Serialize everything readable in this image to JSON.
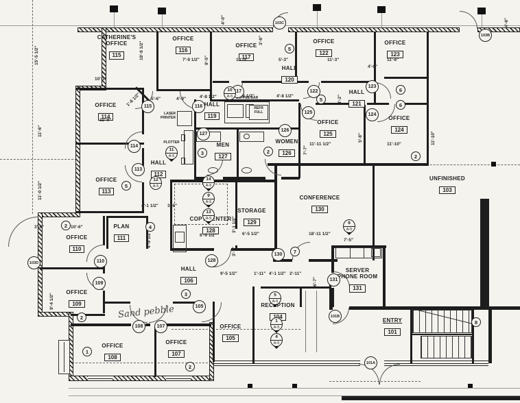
{
  "title": "Office floor plan",
  "colors": {
    "paper": "#f4f3ee",
    "ink": "#1e1e1e",
    "wall": "#1d1d1d"
  },
  "rooms": [
    {
      "name": "CATHERINE'S",
      "name2": "OFFICE",
      "number": "115"
    },
    {
      "name": "OFFICE",
      "number": "116"
    },
    {
      "name": "OFFICE",
      "number": "117"
    },
    {
      "name": "OFFICE",
      "number": "122"
    },
    {
      "name": "HALL",
      "number": "120"
    },
    {
      "name": "OFFICE",
      "number": "123"
    },
    {
      "name": "HALL",
      "number": "121"
    },
    {
      "name": "OFFICE",
      "number": "114"
    },
    {
      "name": "HALL",
      "number": "119"
    },
    {
      "name": "OFFICE",
      "number": "125"
    },
    {
      "name": "OFFICE",
      "number": "124"
    },
    {
      "name": "MEN",
      "number": "127"
    },
    {
      "name": "WOMEN",
      "number": "126"
    },
    {
      "name": "HALL",
      "number": "112"
    },
    {
      "name": "OFFICE",
      "number": "113"
    },
    {
      "name": "COPY CENTER",
      "number": "128"
    },
    {
      "name": "STORAGE",
      "number": "129"
    },
    {
      "name": "CONFERENCE",
      "number": "130"
    },
    {
      "name": "UNFINISHED",
      "number": "103"
    },
    {
      "name": "PLAN",
      "number": "111"
    },
    {
      "name": "OFFICE",
      "number": "110"
    },
    {
      "name": "OFFICE",
      "number": "109"
    },
    {
      "name": "HALL",
      "number": "106"
    },
    {
      "name": "OFFICE",
      "number": "105"
    },
    {
      "name": "RECEPTION",
      "number": "104"
    },
    {
      "name": "SERVER",
      "name2": "PHONE ROOM",
      "number": "131"
    },
    {
      "name": "ENTRY",
      "number": "101"
    },
    {
      "name": "OFFICE",
      "number": "108"
    },
    {
      "name": "OFFICE",
      "number": "107"
    }
  ],
  "equipment": {
    "coffee_bar": "COFFEE BAR",
    "refr_line1": "REFR",
    "refr_line2": "FULL",
    "laser_line1": "LASER",
    "laser_line2": "PRINTER",
    "plotter": "PLOTTER"
  },
  "annotations": {
    "handwritten_note": "Sand pebble"
  },
  "door_tags": [
    "103C",
    "103B",
    "103D",
    "115",
    "116",
    "117",
    "122",
    "123",
    "124",
    "125",
    "126",
    "127",
    "114",
    "113",
    "110",
    "109",
    "105",
    "108",
    "107",
    "128",
    "130",
    "131",
    "101B",
    "101A"
  ],
  "keynotes": [
    "5",
    "5",
    "6",
    "6",
    "2",
    "2",
    "2",
    "1",
    "2",
    "3",
    "3",
    "5",
    "4",
    "7",
    "8",
    "2"
  ],
  "refs": [
    {
      "n": "10",
      "s": "A-5"
    },
    {
      "n": "11",
      "s": "A-5"
    },
    {
      "n": "12",
      "s": "A-5"
    },
    {
      "n": "14",
      "s": "A-5"
    },
    {
      "n": "9",
      "s": "A-5"
    },
    {
      "n": "13",
      "s": "A-5"
    },
    {
      "n": "6",
      "s": "A-5"
    },
    {
      "n": "5",
      "s": "A-5"
    },
    {
      "n": "1",
      "s": "A-5"
    },
    {
      "n": "4",
      "s": "A-5"
    }
  ],
  "dims": [
    "15'-5 1/2\"",
    "18'-9 1/2\"",
    "10'-1\"",
    "7'-9 1/2\"",
    "9'-5\"",
    "10'-9\"",
    "5'-3\"",
    "11'-3\"",
    "4'-0\"",
    "3'-6\"",
    "4'-0\"",
    "11'-6\"",
    "4'-2\"",
    "4'-8 1/2\"",
    "8'-8 1/2\"",
    "4'-8 1/2\"",
    "5'-6\"",
    "4'-9\"",
    "1'-6 1/2\"",
    "11'-9\"",
    "11'-6\"",
    "11'-0 1/2\"",
    "7'-7\"",
    "11'-11 1/2\"",
    "11'-10\"",
    "11'-10\"",
    "5'-8\"",
    "3'-8\"",
    "10'-6\"",
    "4'-1 1/2\"",
    "3'-6\"",
    "4'-9 1/2\"",
    "9'-4 1/2\"",
    "9'-5 1/2\"",
    "1'-11\"",
    "4'-1 1/2\"",
    "2'-11\"",
    "6'-7\"",
    "6'-5 1/2\"",
    "3'-1 1/2\"",
    "3'-7\"",
    "18'-11 1/2\"",
    "7'-5\"",
    "4'-6\"",
    "8'-9 1/2\""
  ]
}
